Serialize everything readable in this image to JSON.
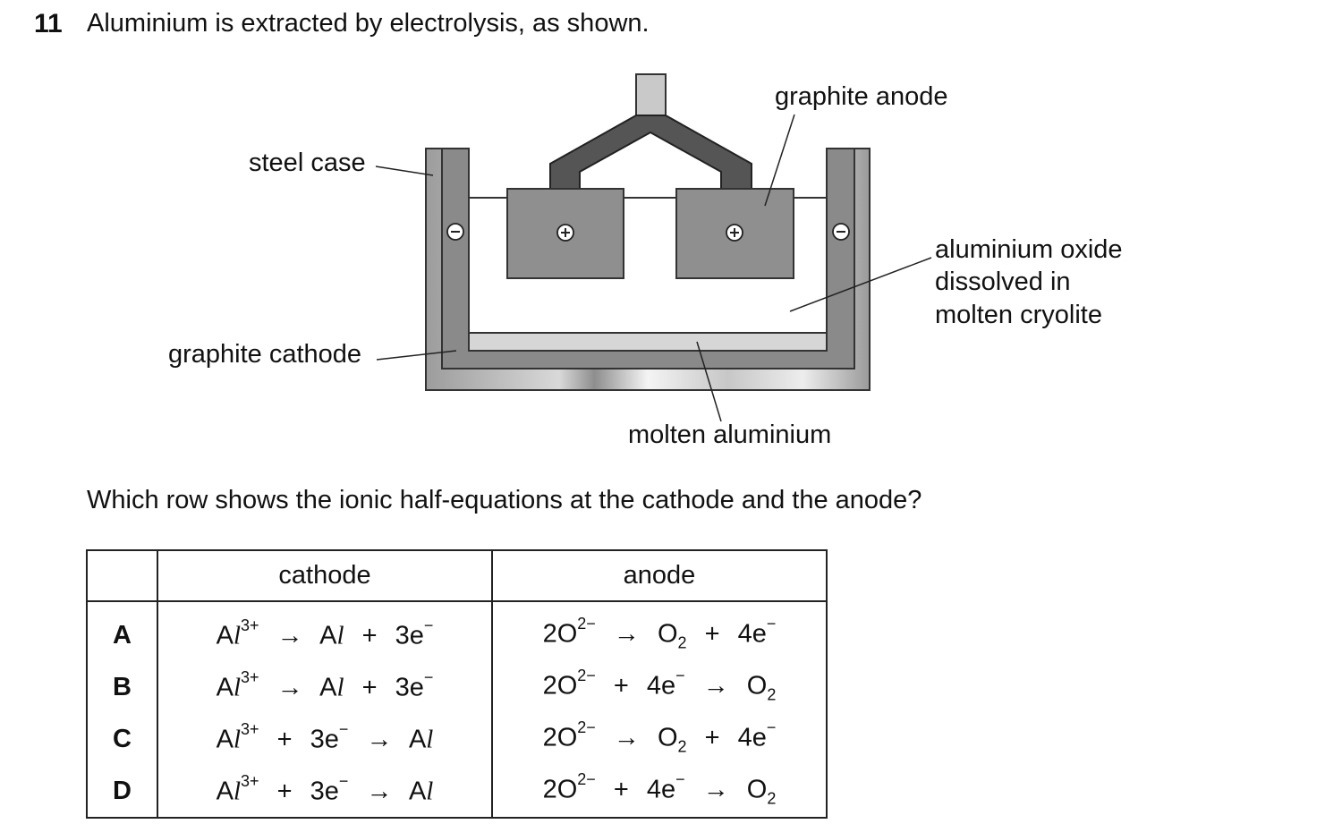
{
  "question": {
    "number": "11",
    "stem": "Aluminium is extracted by electrolysis, as shown.",
    "prompt": "Which row shows the ionic half-equations at the cathode and the anode?"
  },
  "diagram": {
    "labels": {
      "steel_case": "steel case",
      "graphite_anode": "graphite anode",
      "graphite_cathode": "graphite cathode",
      "electrolyte_line1": "aluminium oxide",
      "electrolyte_line2": "dissolved in",
      "electrolyte_line3": "molten cryolite",
      "molten_aluminium": "molten aluminium"
    },
    "symbols": {
      "minus": "−",
      "plus": "+"
    }
  },
  "table": {
    "headers": {
      "blank": "",
      "cathode": "cathode",
      "anode": "anode"
    },
    "rows": [
      {
        "letter": "A",
        "cathode": {
          "al": "Al",
          "charge": "3+",
          "arrow": "→",
          "al2": "Al",
          "plus": "+",
          "e": "3e",
          "e_charge": "−"
        },
        "anode": {
          "o": "2O",
          "charge": "2−",
          "arrow": "→",
          "o2": "O",
          "sub": "2",
          "plus": "+",
          "e": "4e",
          "e_charge": "−"
        }
      },
      {
        "letter": "B",
        "cathode": {
          "al": "Al",
          "charge": "3+",
          "arrow": "→",
          "al2": "Al",
          "plus": "+",
          "e": "3e",
          "e_charge": "−"
        },
        "anode": {
          "o": "2O",
          "charge": "2−",
          "plus": "+",
          "e": "4e",
          "e_charge": "−",
          "arrow": "→",
          "o2": "O",
          "sub": "2"
        }
      },
      {
        "letter": "C",
        "cathode": {
          "al": "Al",
          "charge": "3+",
          "plus": "+",
          "e": "3e",
          "e_charge": "−",
          "arrow": "→",
          "al2": "Al"
        },
        "anode": {
          "o": "2O",
          "charge": "2−",
          "arrow": "→",
          "o2": "O",
          "sub": "2",
          "plus": "+",
          "e": "4e",
          "e_charge": "−"
        }
      },
      {
        "letter": "D",
        "cathode": {
          "al": "Al",
          "charge": "3+",
          "plus": "+",
          "e": "3e",
          "e_charge": "−",
          "arrow": "→",
          "al2": "Al"
        },
        "anode": {
          "o": "2O",
          "charge": "2−",
          "plus": "+",
          "e": "4e",
          "e_charge": "−",
          "arrow": "→",
          "o2": "O",
          "sub": "2"
        }
      }
    ]
  }
}
